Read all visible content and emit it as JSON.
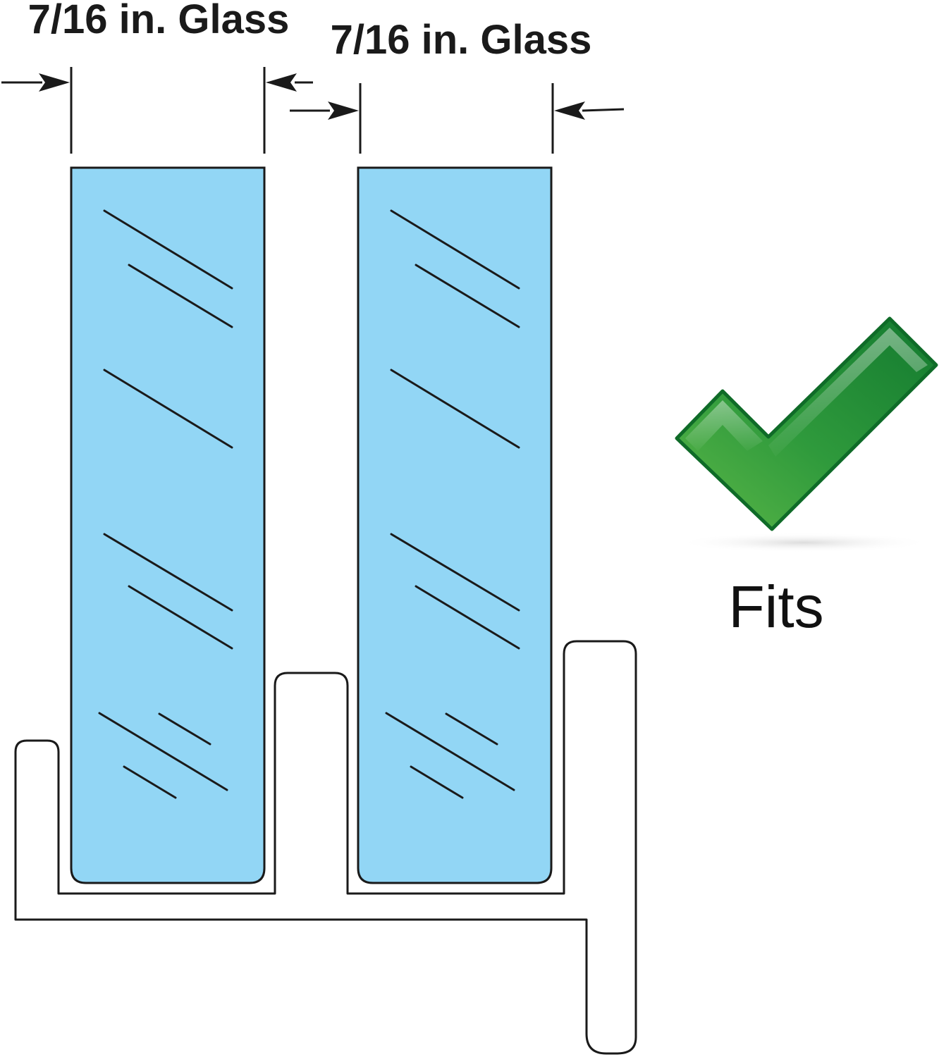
{
  "colors": {
    "glass_fill": "#92d6f5",
    "outline": "#1a1a1a",
    "check_dark": "#137a2f",
    "check_light": "#5cb848",
    "check_outline": "#0f6b28",
    "background": "#ffffff"
  },
  "dimensions": [
    {
      "label": "7/16 in. Glass"
    },
    {
      "label": "7/16 in. Glass"
    }
  ],
  "status": {
    "icon": "check-mark-icon",
    "label": "Fits"
  }
}
